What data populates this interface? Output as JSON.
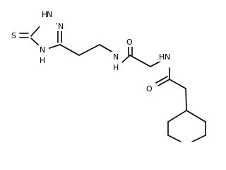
{
  "molecule": {
    "atoms": {
      "s_thione": "S",
      "n1h": "N",
      "n1h_h": "H",
      "n2": "N",
      "n4h": "N",
      "n4h_h": "H",
      "amide_nh_left": "N",
      "amide_nh_left_h": "H",
      "carbonyl_o_upper": "O",
      "amide_nh_right": "N",
      "amide_nh_right_h": "H",
      "carbonyl_o_lower": "O"
    }
  }
}
